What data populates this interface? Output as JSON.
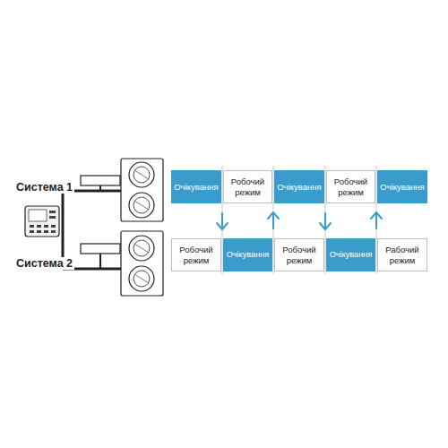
{
  "diagram": {
    "nodes": [
      {
        "text": [
          "Очікування"
        ]
      },
      {
        "text": [
          "Робочий режим"
        ]
      },
      {
        "text": [
          "Очікування"
        ]
      },
      {
        "text": [
          "Робочий режим"
        ]
      },
      {
        "text": [
          "Очікування"
        ]
      },
      {
        "text": [
          "Робочий режим"
        ]
      },
      {
        "text": [
          "Очікування"
        ]
      },
      {
        "text": [
          "Робочий режим"
        ]
      },
      {
        "text": [
          "Очікування"
        ]
      },
      {
        "text": [
          "Рабочий режим"
        ]
      }
    ],
    "labels": [
      "Система 1",
      "Система 2"
    ]
  }
}
